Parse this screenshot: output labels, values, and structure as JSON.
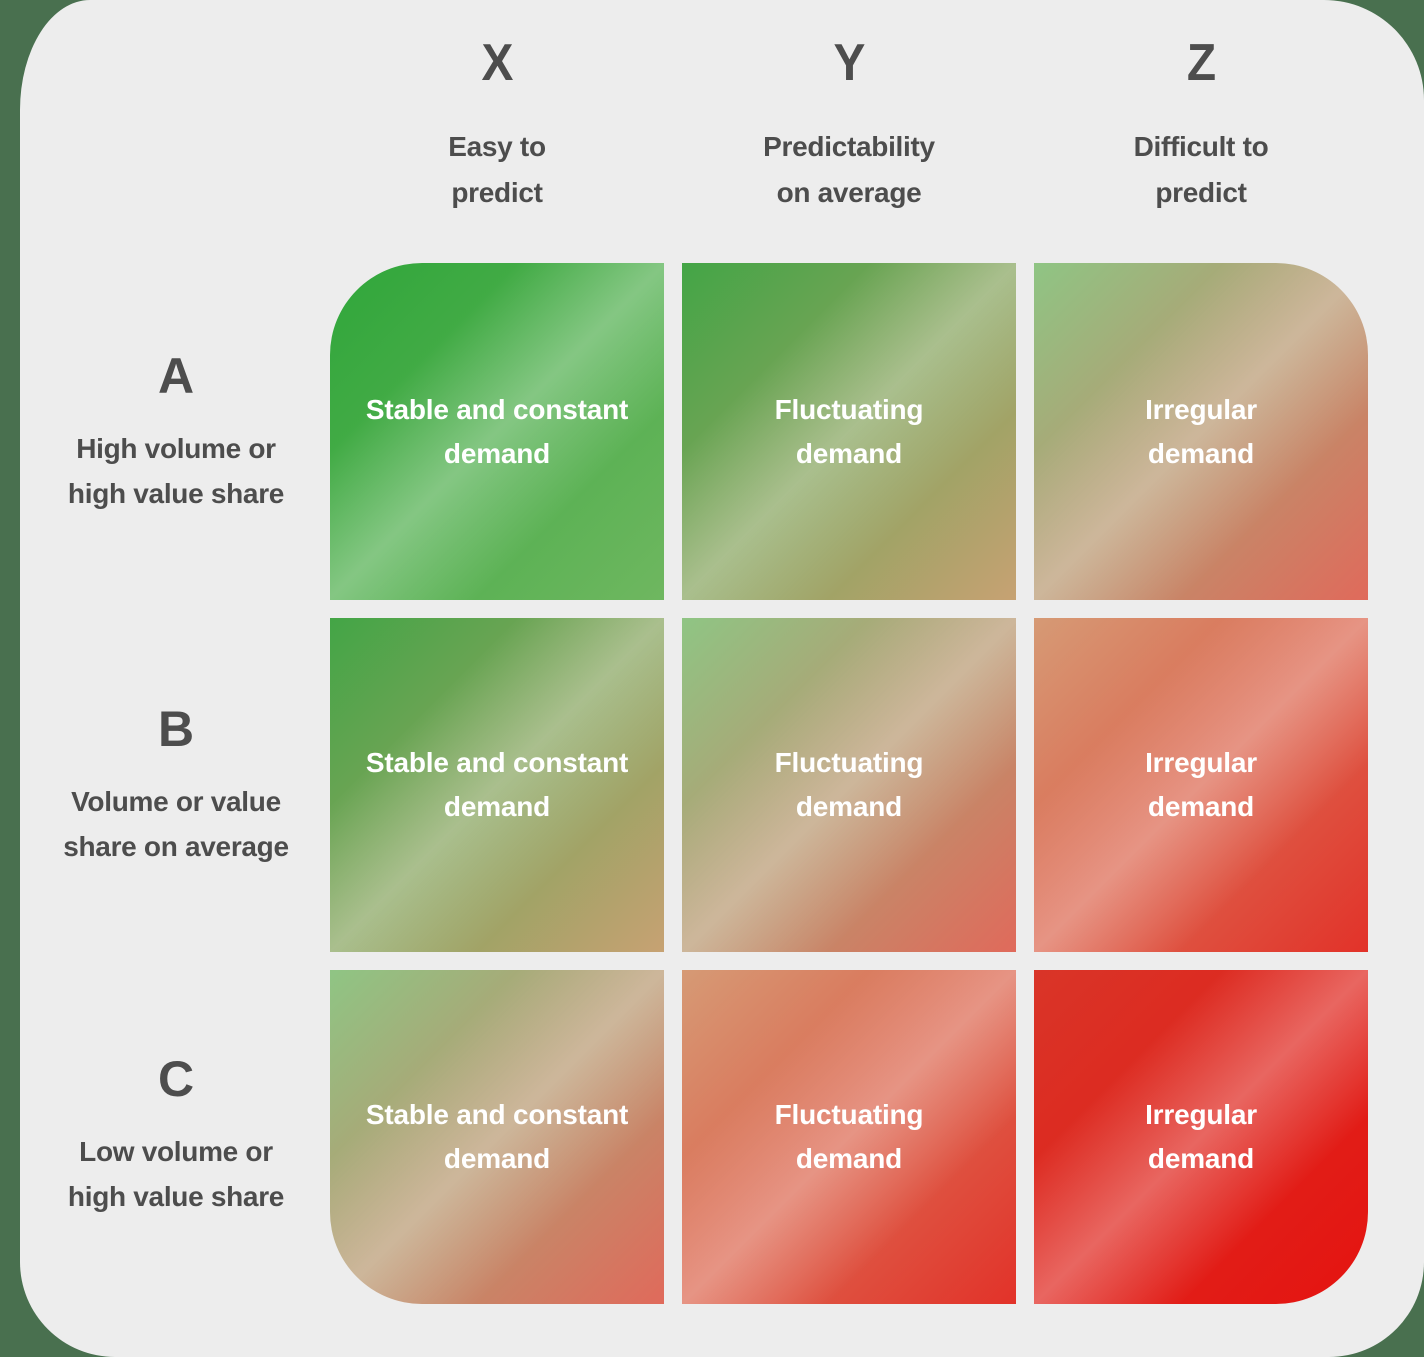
{
  "colors": {
    "page_bg": "#49704F",
    "card_bg": "#EDEDED",
    "heading_text": "#4D4D4D",
    "cell_text": "#FFFFFF",
    "sheen": "rgba(255,255,255,0.30)"
  },
  "gradients": [
    {
      "from": "#2FA63A",
      "to": "#6FB760"
    },
    {
      "from": "#43A546",
      "to": "#C7A273"
    },
    {
      "from": "#8FC584",
      "to": "#E06A5B"
    },
    {
      "from": "#D69A75",
      "to": "#E23229"
    },
    {
      "from": "#D93528",
      "to": "#E51310"
    }
  ],
  "columns": [
    {
      "label": "X",
      "desc1": "Easy to",
      "desc2": "predict"
    },
    {
      "label": "Y",
      "desc1": "Predictability",
      "desc2": "on average"
    },
    {
      "label": "Z",
      "desc1": "Difficult to",
      "desc2": "predict"
    }
  ],
  "rows": [
    {
      "label": "A",
      "desc1": "High volume or",
      "desc2": "high value share"
    },
    {
      "label": "B",
      "desc1": "Volume or value",
      "desc2": "share on average"
    },
    {
      "label": "C",
      "desc1": "Low volume or",
      "desc2": "high value share"
    }
  ],
  "cells": [
    [
      {
        "line1": "Stable and constant",
        "line2": "demand"
      },
      {
        "line1": "Fluctuating",
        "line2": "demand"
      },
      {
        "line1": "Irregular",
        "line2": "demand"
      }
    ],
    [
      {
        "line1": "Stable and constant",
        "line2": "demand"
      },
      {
        "line1": "Fluctuating",
        "line2": "demand"
      },
      {
        "line1": "Irregular",
        "line2": "demand"
      }
    ],
    [
      {
        "line1": "Stable and constant",
        "line2": "demand"
      },
      {
        "line1": "Fluctuating",
        "line2": "demand"
      },
      {
        "line1": "Irregular",
        "line2": "demand"
      }
    ]
  ]
}
